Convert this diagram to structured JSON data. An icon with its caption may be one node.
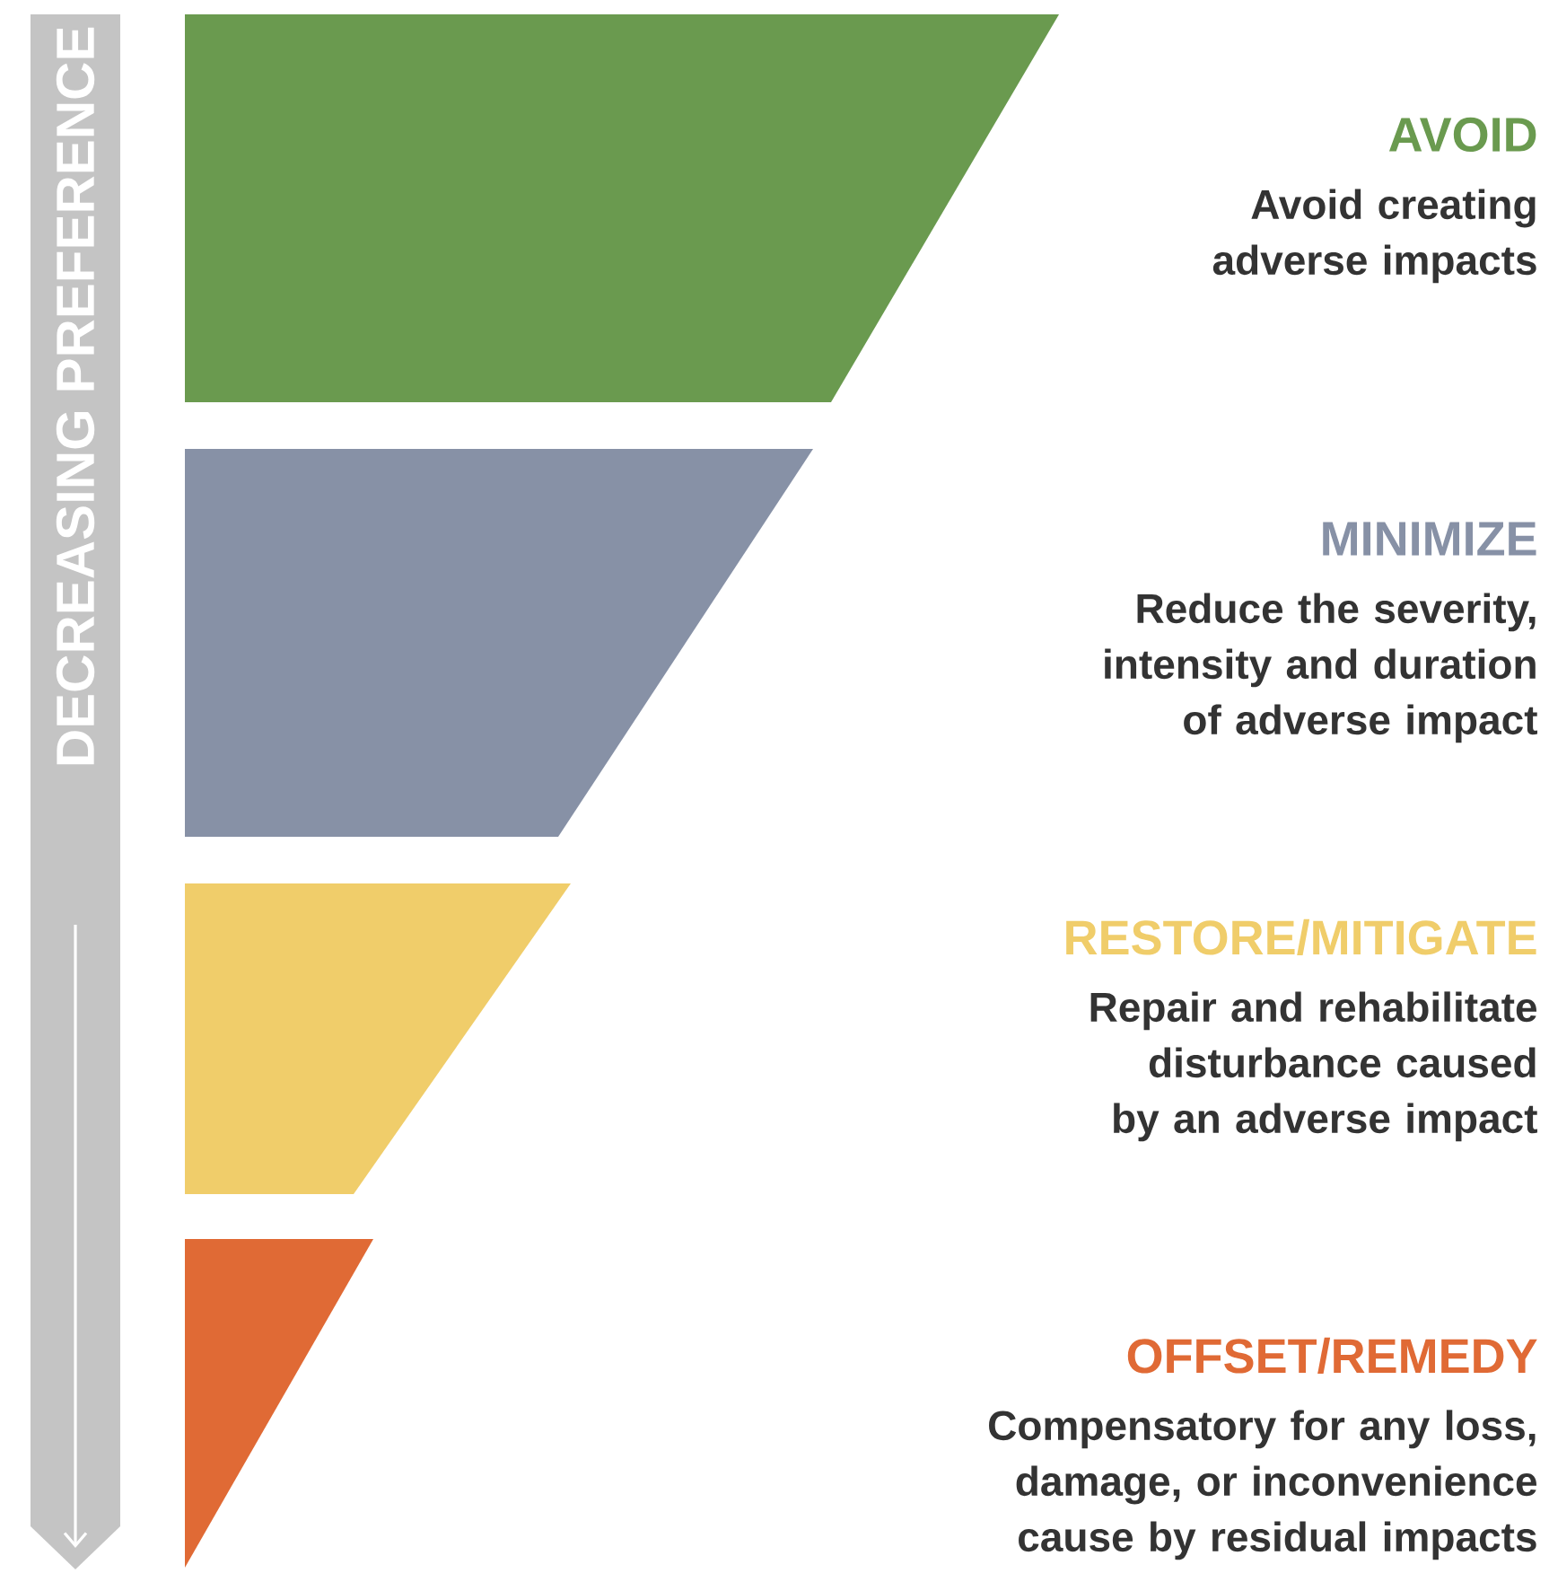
{
  "diagram": {
    "nodes": [
      {
        "text": [
          "DECREASING PREFERENCE"
        ]
      },
      {
        "text": [],
        "shape": "trapezoid",
        "beside": [
          "AVOID",
          "Avoid creating adverse impacts"
        ]
      },
      {
        "text": [],
        "shape": "trapezoid",
        "beside": [
          "MINIMIZE",
          "Reduce the severity, intensity and duration of adverse impact"
        ]
      },
      {
        "text": [],
        "shape": "trapezoid",
        "beside": [
          "RESTORE/MITIGATE",
          "Repair and rehabilitate disturbance caused by an adverse impact"
        ]
      },
      {
        "text": [],
        "shape": "triangle",
        "beside": [
          "OFFSET/REMEDY",
          "Compensatory for any loss, damage, or inconvenience cause by residual impacts"
        ]
      }
    ]
  }
}
